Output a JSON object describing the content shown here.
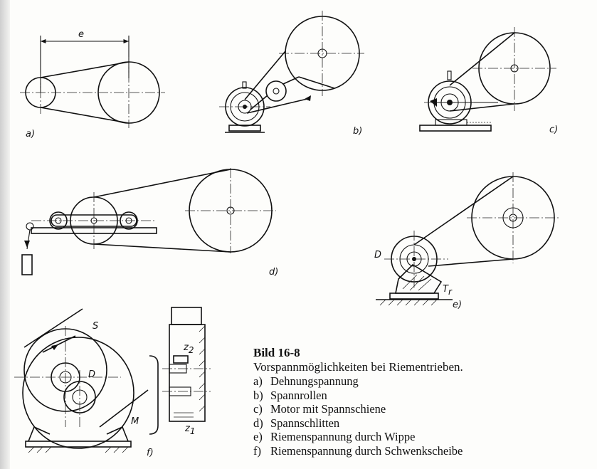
{
  "labels": {
    "e": "e",
    "a": "a)",
    "b": "b)",
    "c": "c)",
    "d": "d)",
    "e_panel": "e)",
    "f": "f)",
    "D_e": "D",
    "Tr": "T",
    "Tr_sub": "r",
    "S": "S",
    "D_f": "D",
    "M": "M",
    "z2": "z",
    "z2_sub": "2",
    "z1": "z",
    "z1_sub": "1"
  },
  "caption": {
    "title": "Bild 16-8",
    "subtitle": "Vorspannmöglichkeiten bei Riementrieben.",
    "items": [
      {
        "key": "a)",
        "text": "Dehnungspannung"
      },
      {
        "key": "b)",
        "text": "Spannrollen"
      },
      {
        "key": "c)",
        "text": "Motor mit Spannschiene"
      },
      {
        "key": "d)",
        "text": "Spannschlitten"
      },
      {
        "key": "e)",
        "text": "Riemenspannung durch Wippe"
      },
      {
        "key": "f)",
        "text": "Riemenspannung durch Schwenkscheibe"
      }
    ]
  }
}
